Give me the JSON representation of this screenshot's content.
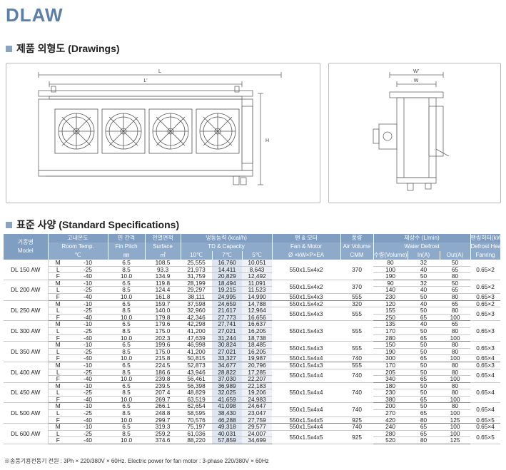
{
  "page": {
    "title": "DLAW",
    "drawings_heading": "제품 외형도 (Drawings)",
    "specs_heading": "표준 사양 (Standard Specifications)",
    "footnote": "※송풍기용전동기 전원 : 3Ph × 220/380V × 60Hz. Electric power for fan motor : 3-phase 220/380V × 60Hz"
  },
  "drawing_labels": {
    "front_L": "L",
    "front_L2": "L'",
    "front_H": "H",
    "side_W": "W",
    "side_W2": "W'"
  },
  "headers": {
    "model_kr": "기종명",
    "model_en": "Model",
    "room_kr": "고내온도",
    "room_en": "Room Temp.",
    "room_unit": "℃",
    "fin_kr": "핀 간격",
    "fin_en": "Fin Pitch",
    "fin_unit": "㎜",
    "surf_kr": "전열면적",
    "surf_en": "Surface",
    "surf_unit": "㎡",
    "cap_kr": "냉동능력 (kcal/h)",
    "cap_en": "TD & Capacity",
    "td10": "10℃",
    "td7": "7℃",
    "td5": "5℃",
    "fan_kr": "팬 & 모터",
    "fan_en": "Fan & Motor",
    "fan_unit": "Ø ×kW×P×EA",
    "air_kr": "풍량",
    "air_en": "Air Volume",
    "air_unit": "CMM",
    "water_kr": "제상수 (L/min)",
    "water_en": "Water Defrost",
    "water_vol": "수량(Volume)",
    "water_in": "In(A)",
    "water_out": "Out(A)",
    "heater_kr": "팬링히터(kW)",
    "heater_en": "Defrost Heater",
    "heater_sub": "Fanring"
  },
  "models": [
    {
      "name": "DL 150 AW",
      "rows": [
        {
          "grade": "M",
          "temp": "-10",
          "fin": "6.5",
          "surf": "108.5",
          "c10": "25,555",
          "c7": "16,760",
          "c5": "10,051",
          "vol": "80",
          "in": "32",
          "out": "50"
        },
        {
          "grade": "L",
          "temp": "-25",
          "fin": "8.5",
          "surf": "93.3",
          "c10": "21,973",
          "c7": "14,411",
          "c5": "8,643",
          "vol": "100",
          "in": "40",
          "out": "65"
        },
        {
          "grade": "F",
          "temp": "-40",
          "fin": "10.0",
          "surf": "134.9",
          "c10": "31,759",
          "c7": "20,829",
          "c5": "12,492",
          "vol": "190",
          "in": "50",
          "out": "80"
        }
      ],
      "fan_groups": [
        {
          "text": "550x1.5x4x2",
          "span": 3
        }
      ],
      "air_groups": [
        {
          "text": "370",
          "span": 3
        }
      ],
      "heater_groups": [
        {
          "text": "0.65×2",
          "span": 3
        }
      ]
    },
    {
      "name": "DL 200 AW",
      "rows": [
        {
          "grade": "M",
          "temp": "-10",
          "fin": "6.5",
          "surf": "119.8",
          "c10": "28,199",
          "c7": "18,494",
          "c5": "11,091",
          "vol": "90",
          "in": "32",
          "out": "50"
        },
        {
          "grade": "L",
          "temp": "-25",
          "fin": "8.5",
          "surf": "124.4",
          "c10": "29,297",
          "c7": "19,215",
          "c5": "11,523",
          "vol": "140",
          "in": "40",
          "out": "65"
        },
        {
          "grade": "F",
          "temp": "-40",
          "fin": "10.0",
          "surf": "161.8",
          "c10": "38,111",
          "c7": "24,995",
          "c5": "14,990",
          "vol": "230",
          "in": "50",
          "out": "80"
        }
      ],
      "fan_groups": [
        {
          "text": "550x1.5x4x2",
          "span": 2
        },
        {
          "text": "550x1.5x4x3",
          "span": 1
        }
      ],
      "air_groups": [
        {
          "text": "370",
          "span": 2
        },
        {
          "text": "555",
          "span": 1
        }
      ],
      "heater_groups": [
        {
          "text": "0.65×2",
          "span": 2
        },
        {
          "text": "0.65×3",
          "span": 1
        }
      ]
    },
    {
      "name": "DL 250 AW",
      "rows": [
        {
          "grade": "M",
          "temp": "-10",
          "fin": "6.5",
          "surf": "159.7",
          "c10": "37,598",
          "c7": "24,659",
          "c5": "14,788",
          "vol": "120",
          "in": "40",
          "out": "65"
        },
        {
          "grade": "L",
          "temp": "-25",
          "fin": "8.5",
          "surf": "140.0",
          "c10": "32,960",
          "c7": "21,617",
          "c5": "12,964",
          "vol": "155",
          "in": "50",
          "out": "80"
        },
        {
          "grade": "F",
          "temp": "-40",
          "fin": "10.0",
          "surf": "179.8",
          "c10": "42,346",
          "c7": "27,773",
          "c5": "16,656",
          "vol": "250",
          "in": "65",
          "out": "100"
        }
      ],
      "fan_groups": [
        {
          "text": "550x1.5x4x2",
          "span": 1
        },
        {
          "text": "550x1.5x4x3",
          "span": 2
        }
      ],
      "air_groups": [
        {
          "text": "320",
          "span": 1
        },
        {
          "text": "555",
          "span": 2
        }
      ],
      "heater_groups": [
        {
          "text": "0.65×2",
          "span": 1
        },
        {
          "text": "0.65×3",
          "span": 2
        }
      ]
    },
    {
      "name": "DL 300 AW",
      "rows": [
        {
          "grade": "M",
          "temp": "-10",
          "fin": "6.5",
          "surf": "179.6",
          "c10": "42,298",
          "c7": "27,741",
          "c5": "16,637",
          "vol": "135",
          "in": "40",
          "out": "65"
        },
        {
          "grade": "L",
          "temp": "-25",
          "fin": "8.5",
          "surf": "175.0",
          "c10": "41,200",
          "c7": "27,021",
          "c5": "16,205",
          "vol": "170",
          "in": "50",
          "out": "80"
        },
        {
          "grade": "F",
          "temp": "-40",
          "fin": "10.0",
          "surf": "202.3",
          "c10": "47,639",
          "c7": "31,244",
          "c5": "18,738",
          "vol": "280",
          "in": "65",
          "out": "100"
        }
      ],
      "fan_groups": [
        {
          "text": "550x1.5x4x3",
          "span": 3
        }
      ],
      "air_groups": [
        {
          "text": "555",
          "span": 3
        }
      ],
      "heater_groups": [
        {
          "text": "0.65×3",
          "span": 3
        }
      ]
    },
    {
      "name": "DL 350 AW",
      "rows": [
        {
          "grade": "M",
          "temp": "-10",
          "fin": "6.5",
          "surf": "199.6",
          "c10": "46,998",
          "c7": "30,824",
          "c5": "18,485",
          "vol": "150",
          "in": "50",
          "out": "80"
        },
        {
          "grade": "L",
          "temp": "-25",
          "fin": "8.5",
          "surf": "175.0",
          "c10": "41,200",
          "c7": "27,021",
          "c5": "16,205",
          "vol": "190",
          "in": "50",
          "out": "80"
        },
        {
          "grade": "F",
          "temp": "-40",
          "fin": "10.0",
          "surf": "215.8",
          "c10": "50,815",
          "c7": "33,327",
          "c5": "19,987",
          "vol": "300",
          "in": "65",
          "out": "100"
        }
      ],
      "fan_groups": [
        {
          "text": "550x1.5x4x3",
          "span": 2
        },
        {
          "text": "550x1.5x4x4",
          "span": 1
        }
      ],
      "air_groups": [
        {
          "text": "555",
          "span": 2
        },
        {
          "text": "740",
          "span": 1
        }
      ],
      "heater_groups": [
        {
          "text": "0.65×3",
          "span": 2
        },
        {
          "text": "0.65×4",
          "span": 1
        }
      ]
    },
    {
      "name": "DL 400 AW",
      "rows": [
        {
          "grade": "M",
          "temp": "-10",
          "fin": "6.5",
          "surf": "224.5",
          "c10": "52,873",
          "c7": "34,677",
          "c5": "20,796",
          "vol": "170",
          "in": "50",
          "out": "80"
        },
        {
          "grade": "L",
          "temp": "-25",
          "fin": "8.5",
          "surf": "186.6",
          "c10": "43,946",
          "c7": "28,822",
          "c5": "17,285",
          "vol": "205",
          "in": "50",
          "out": "80"
        },
        {
          "grade": "F",
          "temp": "-40",
          "fin": "10.0",
          "surf": "239.8",
          "c10": "56,461",
          "c7": "37,030",
          "c5": "22,207",
          "vol": "340",
          "in": "65",
          "out": "100"
        }
      ],
      "fan_groups": [
        {
          "text": "550x1.5x4x3",
          "span": 1
        },
        {
          "text": "550x1.5x4x4",
          "span": 2
        }
      ],
      "air_groups": [
        {
          "text": "555",
          "span": 1
        },
        {
          "text": "740",
          "span": 2
        }
      ],
      "heater_groups": [
        {
          "text": "0.65×3",
          "span": 1
        },
        {
          "text": "0.65×4",
          "span": 2
        }
      ]
    },
    {
      "name": "DL 450 AW",
      "rows": [
        {
          "grade": "M",
          "temp": "-10",
          "fin": "6.5",
          "surf": "239.5",
          "c10": "56,398",
          "c7": "36,989",
          "c5": "22,183",
          "vol": "180",
          "in": "50",
          "out": "80"
        },
        {
          "grade": "L",
          "temp": "-25",
          "fin": "8.5",
          "surf": "207.4",
          "c10": "48,829",
          "c7": "32,025",
          "c5": "19,206",
          "vol": "230",
          "in": "50",
          "out": "80"
        },
        {
          "grade": "F",
          "temp": "-40",
          "fin": "10.0",
          "surf": "269.7",
          "c10": "63,519",
          "c7": "41,659",
          "c5": "24,983",
          "vol": "380",
          "in": "65",
          "out": "100"
        }
      ],
      "fan_groups": [
        {
          "text": "550x1.5x4x4",
          "span": 3
        }
      ],
      "air_groups": [
        {
          "text": "740",
          "span": 3
        }
      ],
      "heater_groups": [
        {
          "text": "0.65×4",
          "span": 3
        }
      ]
    },
    {
      "name": "DL 500 AW",
      "rows": [
        {
          "grade": "M",
          "temp": "-10",
          "fin": "6.5",
          "surf": "266.1",
          "c10": "62,654",
          "c7": "41,098",
          "c5": "24,647",
          "vol": "200",
          "in": "50",
          "out": "80"
        },
        {
          "grade": "L",
          "temp": "-25",
          "fin": "8.5",
          "surf": "248.8",
          "c10": "58,595",
          "c7": "38,430",
          "c5": "23,047",
          "vol": "270",
          "in": "65",
          "out": "100"
        },
        {
          "grade": "F",
          "temp": "-40",
          "fin": "10.0",
          "surf": "299.7",
          "c10": "70,576",
          "c7": "46,288",
          "c5": "27,759",
          "vol": "420",
          "in": "80",
          "out": "125"
        }
      ],
      "fan_groups": [
        {
          "text": "550x1.5x4x4",
          "span": 2
        },
        {
          "text": "550x1.5x4x5",
          "span": 1
        }
      ],
      "air_groups": [
        {
          "text": "740",
          "span": 2
        },
        {
          "text": "925",
          "span": 1
        }
      ],
      "heater_groups": [
        {
          "text": "0.65×4",
          "span": 2
        },
        {
          "text": "0.65×5",
          "span": 1
        }
      ]
    },
    {
      "name": "DL 600 AW",
      "rows": [
        {
          "grade": "M",
          "temp": "-10",
          "fin": "6.5",
          "surf": "319.3",
          "c10": "75,197",
          "c7": "49,318",
          "c5": "29,577",
          "vol": "240",
          "in": "65",
          "out": "100"
        },
        {
          "grade": "L",
          "temp": "-25",
          "fin": "8.5",
          "surf": "259.2",
          "c10": "61,036",
          "c7": "40,031",
          "c5": "24,007",
          "vol": "280",
          "in": "65",
          "out": "100"
        },
        {
          "grade": "F",
          "temp": "-40",
          "fin": "10.0",
          "surf": "374.6",
          "c10": "88,220",
          "c7": "57,859",
          "c5": "34,699",
          "vol": "520",
          "in": "80",
          "out": "125"
        }
      ],
      "fan_groups": [
        {
          "text": "550x1.5x4x4",
          "span": 1
        },
        {
          "text": "550x1.5x4x5",
          "span": 2
        }
      ],
      "air_groups": [
        {
          "text": "740",
          "span": 1
        },
        {
          "text": "925",
          "span": 2
        }
      ],
      "heater_groups": [
        {
          "text": "0.65×4",
          "span": 1
        },
        {
          "text": "0.65×5",
          "span": 2
        }
      ]
    }
  ]
}
